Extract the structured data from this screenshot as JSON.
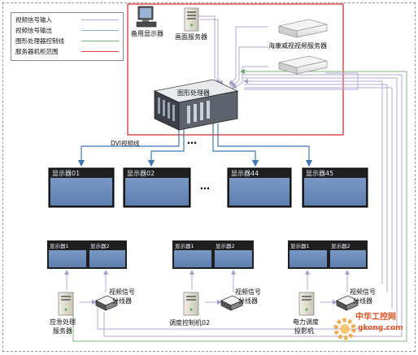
{
  "legend": {
    "items": [
      {
        "label": "视频信号输入",
        "color": "#b5a9d6"
      },
      {
        "label": "视频信号输出",
        "color": "#8bb0d8"
      },
      {
        "label": "图形处理器控制线",
        "color": "#78b878"
      },
      {
        "label": "服务器机柜范围",
        "color": "#e04040"
      }
    ]
  },
  "cabinet": {
    "backup_display": "备用显示器",
    "screen_server": "画面服务器",
    "hikvision_server": "海康威视视频服务器",
    "graphics_processor": "图形处理器"
  },
  "cable_label": "DVI视频线",
  "ellipsis": "…",
  "big_displays": [
    "显示器01",
    "显示器02",
    "显示器44",
    "显示器45"
  ],
  "console_groups": [
    {
      "monitors": [
        "显示器1",
        "显示器2"
      ],
      "host_line1": "应急处理",
      "host_line2": "服务器",
      "splitter_line1": "视频信号",
      "splitter_line2": "分线器"
    },
    {
      "monitors": [
        "显示器1",
        "显示器2"
      ],
      "host_line1": "调度控制机02",
      "host_line2": "",
      "splitter_line1": "视频信号",
      "splitter_line2": "分线器"
    },
    {
      "monitors": [
        "显示器1",
        "显示器2"
      ],
      "host_line1": "电力调度",
      "host_line2": "投影机",
      "splitter_line1": "视频信号",
      "splitter_line2": "分线器"
    }
  ],
  "watermark": {
    "text": "中华工控网",
    "url": "gkong.com"
  }
}
